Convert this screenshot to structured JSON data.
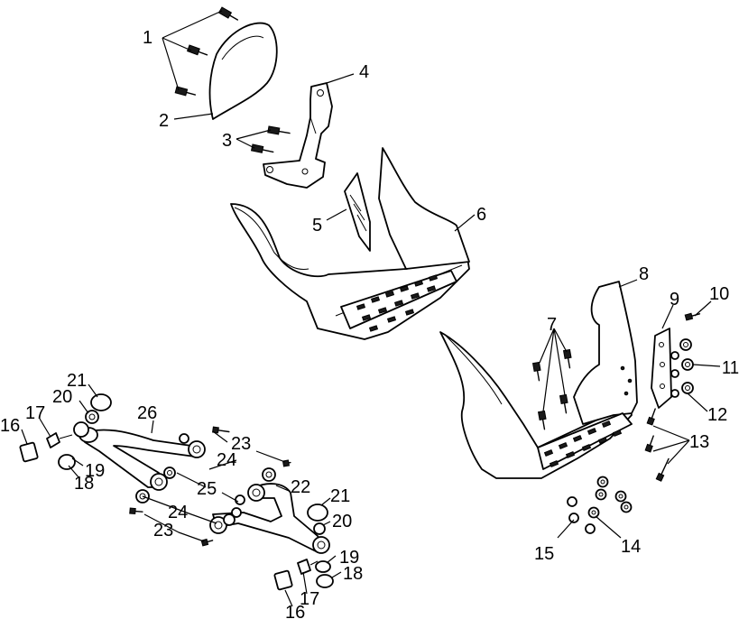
{
  "diagram": {
    "callouts": {
      "c1": "1",
      "c2": "2",
      "c3": "3",
      "c4": "4",
      "c5": "5",
      "c6": "6",
      "c7": "7",
      "c8": "8",
      "c9": "9",
      "c10": "10",
      "c11": "11",
      "c12": "12",
      "c13": "13",
      "c14": "14",
      "c15": "15",
      "c16a": "16",
      "c17a": "17",
      "c18a": "18",
      "c19a": "19",
      "c20a": "20",
      "c21a": "21",
      "c26": "26",
      "c23a": "23",
      "c24a": "24",
      "c25": "25",
      "c22": "22",
      "c21b": "21",
      "c20b": "20",
      "c24b": "24",
      "c23b": "23",
      "c19b": "19",
      "c18b": "18",
      "c17b": "17",
      "c16b": "16"
    }
  }
}
